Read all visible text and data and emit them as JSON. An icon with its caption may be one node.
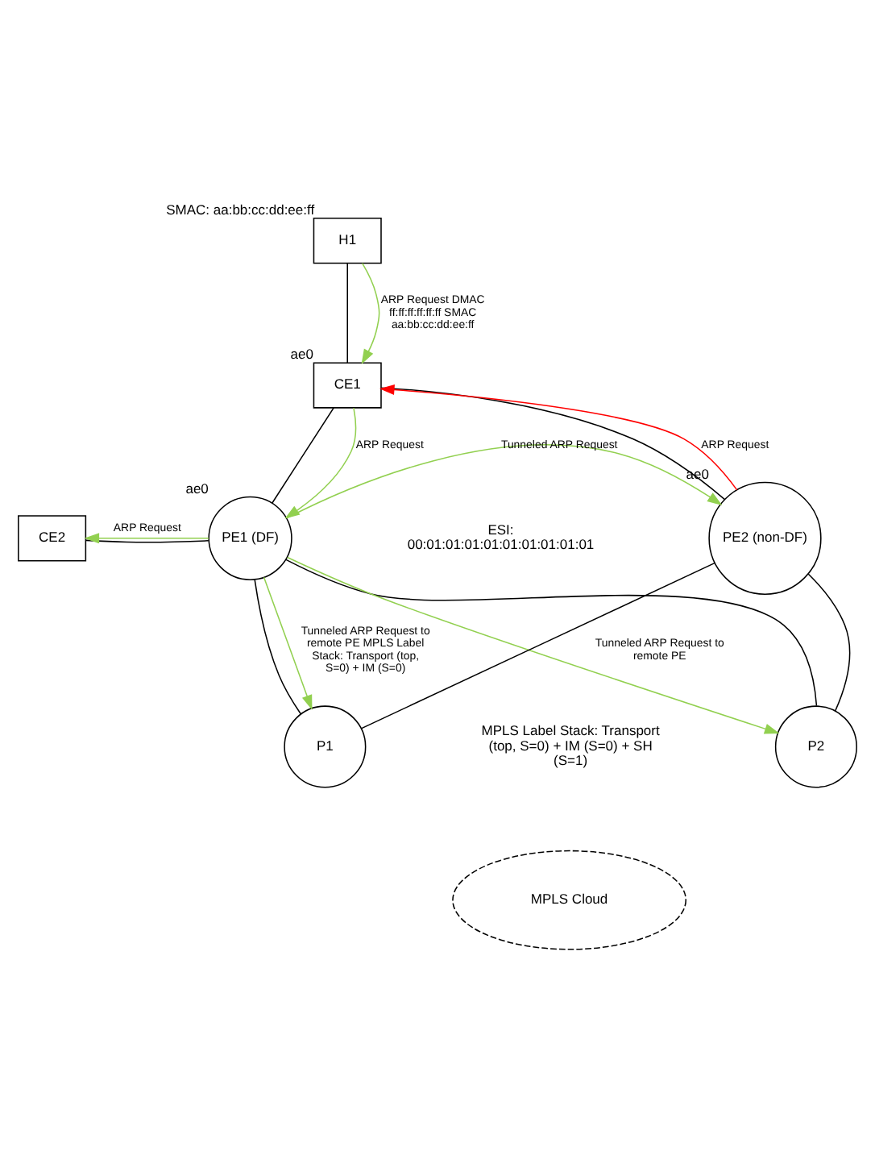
{
  "diagram": {
    "nodes": [
      {
        "text": [
          "H1"
        ],
        "beside": [
          "SMAC: aa:bb:cc:dd:ee:ff"
        ]
      },
      {
        "text": [
          "CE1"
        ],
        "beside": [
          "ae0"
        ]
      },
      {
        "text": [
          "CE2"
        ]
      },
      {
        "text": [
          "PE1 (DF)"
        ],
        "beside": [
          "ae0"
        ]
      },
      {
        "text": [
          "PE2 (non-DF)"
        ],
        "beside": [
          "ae0"
        ]
      },
      {
        "text": [
          "P1"
        ]
      },
      {
        "text": [
          "P2"
        ]
      },
      {
        "text": [
          "MPLS Cloud"
        ]
      }
    ],
    "edges": [
      {
        "from": 0,
        "to": 1,
        "arrow": "none"
      },
      {
        "from": 1,
        "to": 3,
        "arrow": "none"
      },
      {
        "from": 1,
        "to": 4,
        "arrow": "none"
      },
      {
        "from": 2,
        "to": 3,
        "arrow": "none"
      },
      {
        "from": 3,
        "to": 5,
        "arrow": "none"
      },
      {
        "from": 3,
        "to": 6,
        "arrow": "none"
      },
      {
        "from": 4,
        "to": 5,
        "arrow": "none"
      },
      {
        "from": 4,
        "to": 6,
        "arrow": "none"
      },
      {
        "from": 0,
        "to": 1,
        "arrow": "to",
        "label": "ARP Request DMAC ff:ff:ff:ff:ff:ff SMAC aa:bb:cc:dd:ee:ff",
        "color": "#92d050"
      },
      {
        "from": 1,
        "to": 3,
        "arrow": "to",
        "label": "ARP Request",
        "color": "#92d050"
      },
      {
        "from": 3,
        "to": 2,
        "arrow": "to",
        "label": "ARP Request",
        "color": "#92d050"
      },
      {
        "from": 4,
        "to": 1,
        "arrow": "to",
        "label": "ARP Request",
        "color": "#ff0000"
      },
      {
        "from": 3,
        "to": 4,
        "arrow": "to",
        "label": "Tunneled ARP Request",
        "color": "#92d050"
      },
      {
        "from": 3,
        "to": 5,
        "arrow": "to",
        "label": "Tunneled ARP Request to remote PE MPLS Label Stack: Transport (top, S=0) + IM (S=0)",
        "color": "#92d050"
      },
      {
        "from": 3,
        "to": 6,
        "arrow": "to",
        "label": "Tunneled ARP Request to remote PE",
        "color": "#92d050"
      }
    ],
    "labels": [
      "ESI: 00:01:01:01:01:01:01:01:01:01",
      "MPLS Label Stack: Transport (top, S=0) + IM (S=0) + SH (S=1)"
    ]
  }
}
